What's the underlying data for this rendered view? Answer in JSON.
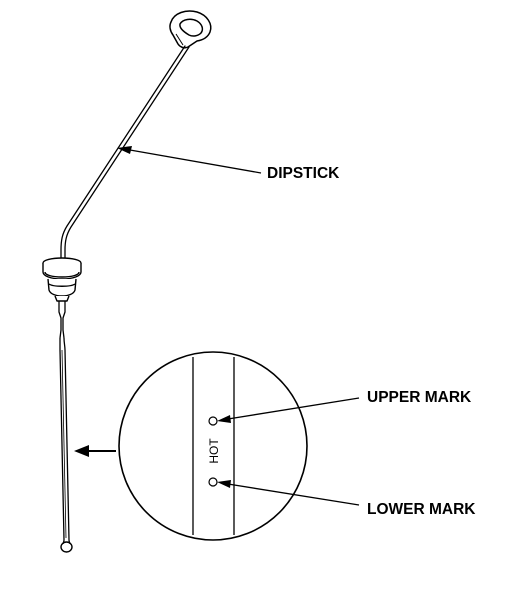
{
  "labels": {
    "dipstick": "DIPSTICK",
    "upper_mark": "UPPER MARK",
    "lower_mark": "LOWER MARK"
  },
  "detail": {
    "blade_text": "HOT"
  },
  "colors": {
    "line": "#000000",
    "background": "#ffffff"
  }
}
